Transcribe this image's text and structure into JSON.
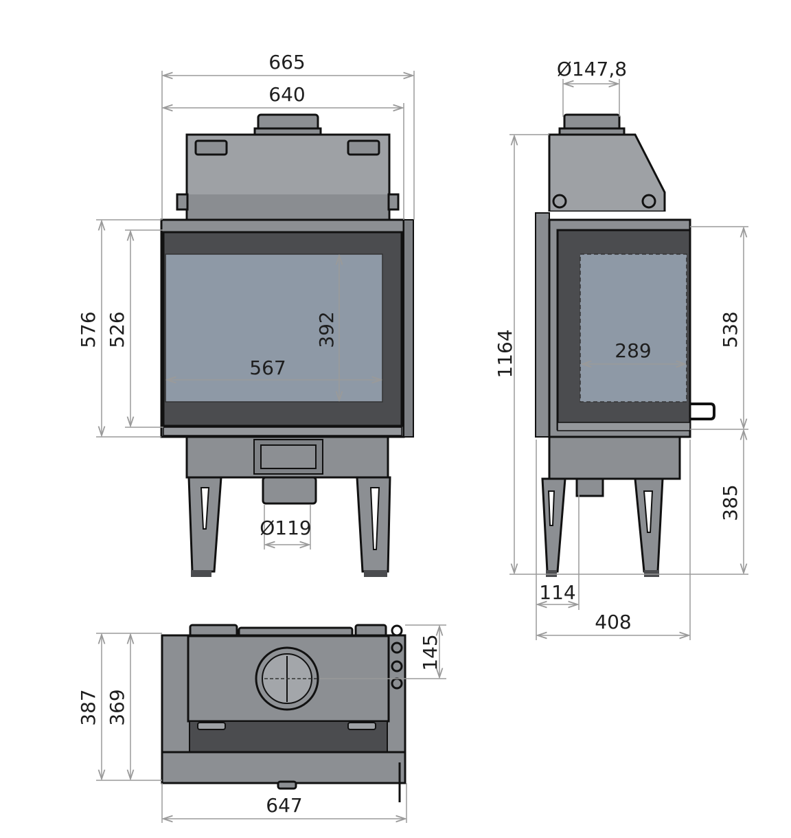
{
  "front_view": {
    "overall_width": "665",
    "body_width": "640",
    "overall_height": "576",
    "door_height": "526",
    "glass_height": "392",
    "glass_width": "567",
    "bottom_flue_diameter": "Ø119"
  },
  "side_view": {
    "flue_diameter": "Ø147,8",
    "total_height": "1164",
    "glass_depth": "289",
    "door_height": "538",
    "base_height": "385",
    "leg_offset": "114",
    "total_depth": "408"
  },
  "top_view": {
    "depth": "387",
    "inner_depth": "369",
    "flue_offset": "145",
    "width": "647"
  },
  "colors": {
    "body": "#8c8f93",
    "glass": "#8e99a6",
    "frame": "#4b4c4f",
    "dimension": "#9a9a9a"
  }
}
